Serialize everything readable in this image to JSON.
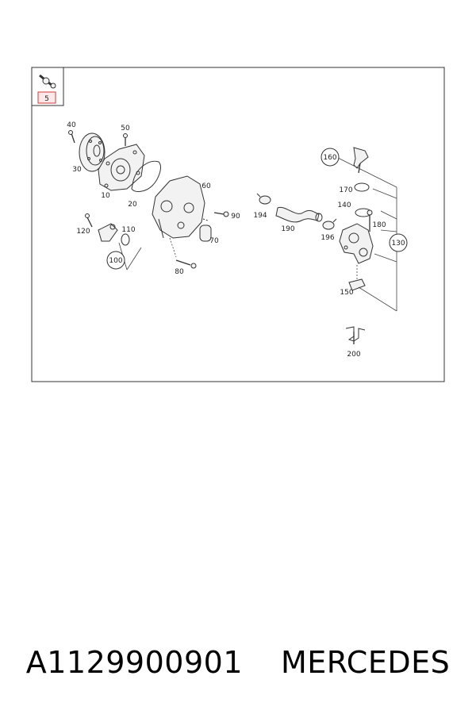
{
  "diagram": {
    "inset_label": "5",
    "callouts": [
      "40",
      "50",
      "30",
      "10",
      "20",
      "60",
      "90",
      "70",
      "110",
      "120",
      "100",
      "80",
      "194",
      "190",
      "196",
      "160",
      "170",
      "140",
      "180",
      "130",
      "150",
      "200"
    ]
  },
  "caption": {
    "part_number": "A1129900901",
    "brand": "MERCEDES"
  },
  "colors": {
    "inset_label_border": "#d33a3a",
    "line": "#333333"
  }
}
